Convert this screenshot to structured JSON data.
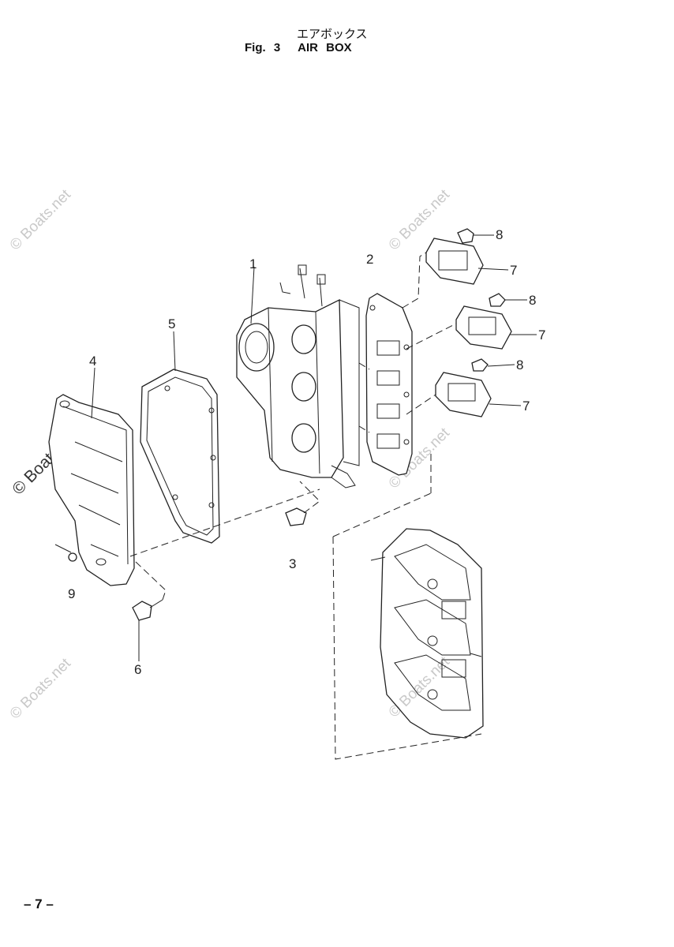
{
  "header": {
    "title_jp": "エアボックス",
    "fig_label": "Fig. 3",
    "title_en": "AIR BOX"
  },
  "callouts": {
    "c1": "1",
    "c2": "2",
    "c3": "3",
    "c4": "4",
    "c5": "5",
    "c6": "6",
    "c7a": "7",
    "c7b": "7",
    "c7c": "7",
    "c8a": "8",
    "c8b": "8",
    "c8c": "8",
    "c9": "9"
  },
  "watermark": {
    "text": "© Boats.net"
  },
  "footer": {
    "page_number": "– 7 –"
  }
}
